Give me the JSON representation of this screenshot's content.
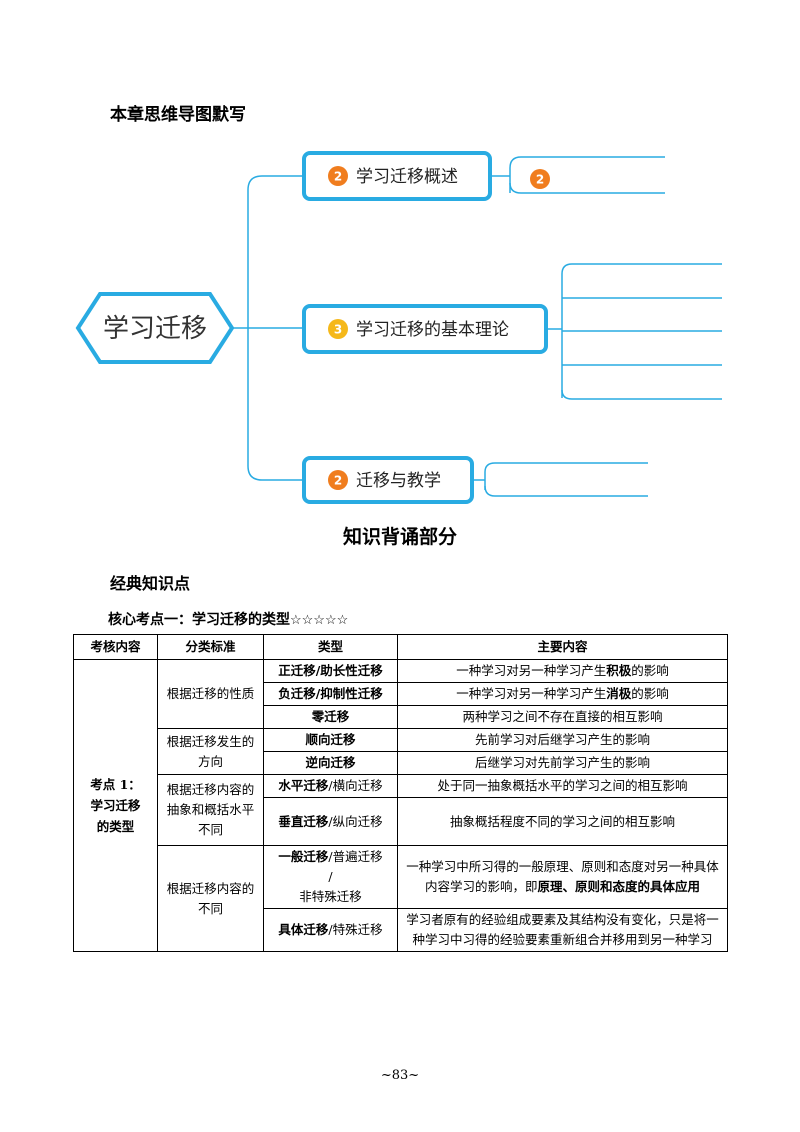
{
  "mindmap": {
    "title": "本章思维导图默写",
    "root": "学习迁移",
    "branches": [
      {
        "label": "学习迁移概述",
        "badge": "2",
        "badge_color": "#f07d1e",
        "sub_badge": "2"
      },
      {
        "label": "学习迁移的基本理论",
        "badge": "3",
        "badge_color": "#f5b81a"
      },
      {
        "label": "迁移与教学",
        "badge": "2",
        "badge_color": "#f07d1e"
      }
    ],
    "line_color": "#29abe2"
  },
  "section_title": "知识背诵部分",
  "sub_title": "经典知识点",
  "table_title": {
    "main": "核心考点一：学习迁移的类型",
    "stars": "☆☆☆☆☆"
  },
  "table": {
    "headers": [
      "考核内容",
      "分类标准",
      "类型",
      "主要内容"
    ],
    "col1": "考点 1：\n学习迁移\n的类型",
    "groups": {
      "g1": "根据迁移的性质",
      "g2": "根据迁移发生的方向",
      "g3": "根据迁移内容的抽象和概括水平不同",
      "g4": "根据迁移内容的不同"
    },
    "rows": [
      {
        "type_bold": "正迁移/助长性迁移",
        "c_pre": "一种学习对另一种学习产生",
        "c_bold": "积极",
        "c_post": "的影响"
      },
      {
        "type_bold": "负迁移/抑制性迁移",
        "c_pre": "一种学习对另一种学习产生",
        "c_bold": "消极",
        "c_post": "的影响"
      },
      {
        "type_bold": "零迁移",
        "content": "两种学习之间不存在直接的相互影响"
      },
      {
        "type_bold": "顺向迁移",
        "content": "先前学习对后继学习产生的影响"
      },
      {
        "type_bold": "逆向迁移",
        "content": "后继学习对先前学习产生的影响"
      },
      {
        "type_bold": "水平迁移",
        "type_rest": "/横向迁移",
        "content": "处于同一抽象概括水平的学习之间的相互影响"
      },
      {
        "type_bold": "垂直迁移",
        "type_rest": "/纵向迁移",
        "content": "抽象概括程度不同的学习之间的相互影响"
      },
      {
        "type_bold": "一般迁移",
        "type_rest": "/普遍迁移",
        "type_line2": "/",
        "type_line3": "非特殊迁移",
        "c_pre": "一种学习中所习得的一般原理、原则和态度对另一种具体内容学习的影响，即",
        "c_bold": "原理、原则和态度的具体应用"
      },
      {
        "type_bold": "具体迁移",
        "type_rest": "/特殊迁移",
        "content": "学习者原有的经验组成要素及其结构没有变化，只是将一种学习中习得的经验要素重新组合并移用到另一种学习"
      }
    ]
  },
  "page_number": "~83~"
}
